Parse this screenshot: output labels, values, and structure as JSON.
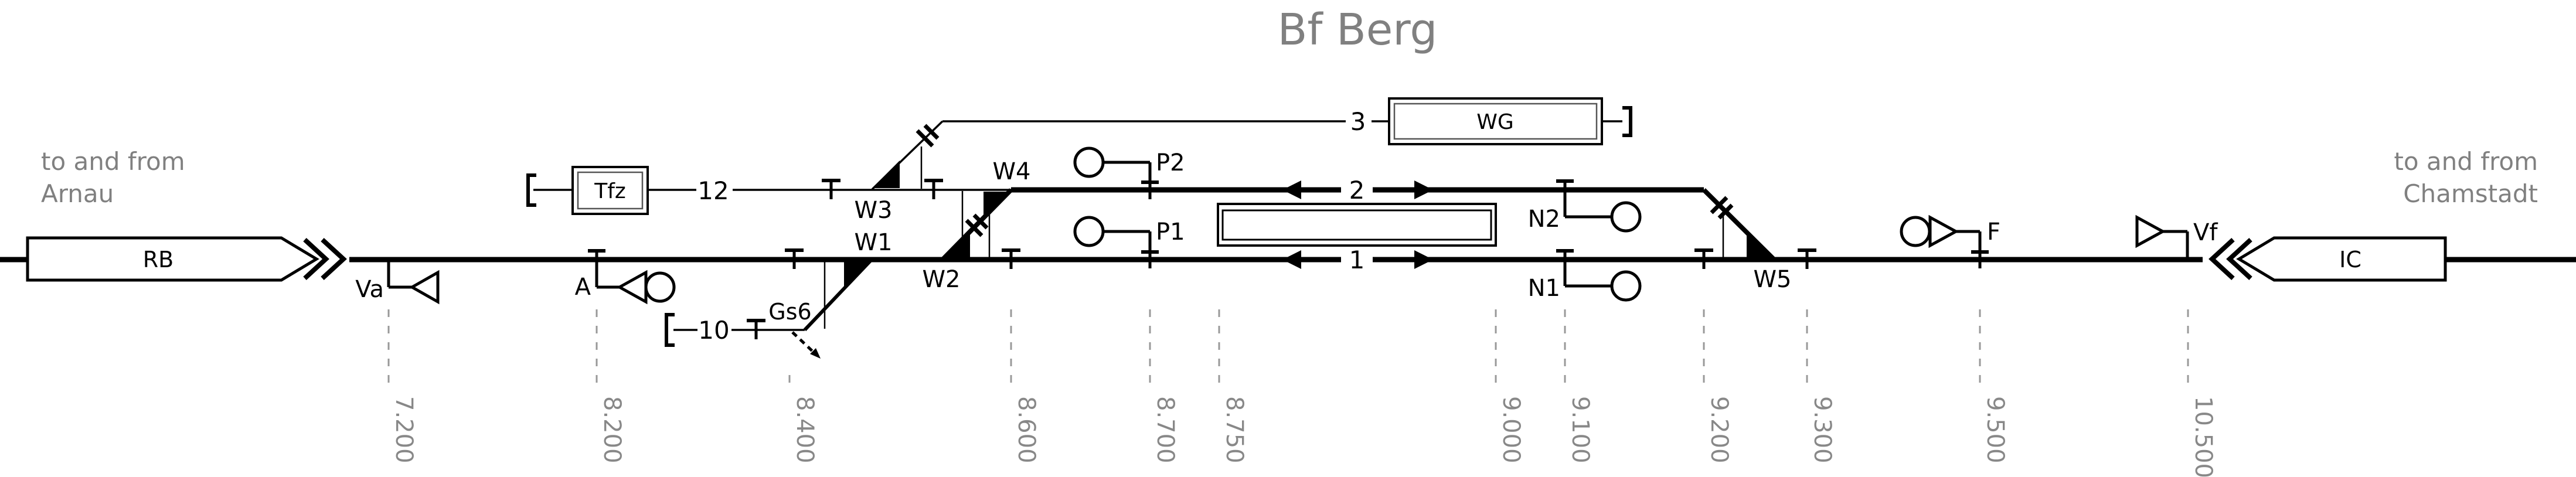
{
  "title": "Bf Berg",
  "colors": {
    "track": "#000000",
    "muted_text": "#808080",
    "km_line": "#999999",
    "km_text": "#888888",
    "background": "#ffffff"
  },
  "notes": {
    "left_1": "to and from",
    "left_2": "Arnau",
    "right_1": "to and from",
    "right_2": "Chamstadt"
  },
  "trains": {
    "rb": "RB",
    "ic": "IC"
  },
  "buildings": {
    "tfz": "Tfz",
    "wg": "WG"
  },
  "track_numbers": {
    "t1": "1",
    "t2": "2",
    "t3": "3",
    "t10": "10",
    "t12": "12"
  },
  "switches": {
    "w1": "W1",
    "w2": "W2",
    "w3": "W3",
    "w4": "W4",
    "w5": "W5"
  },
  "signals": {
    "va": "Va",
    "a": "A",
    "p1": "P1",
    "p2": "P2",
    "n1": "N1",
    "n2": "N2",
    "f": "F",
    "vf": "Vf"
  },
  "derail": {
    "gs6": "Gs6"
  },
  "km_marks": [
    "7.200",
    "8.200",
    "8.400",
    "8.600",
    "8.700",
    "8.750",
    "9.000",
    "9.100",
    "9.200",
    "9.300",
    "9.500",
    "10.500"
  ]
}
